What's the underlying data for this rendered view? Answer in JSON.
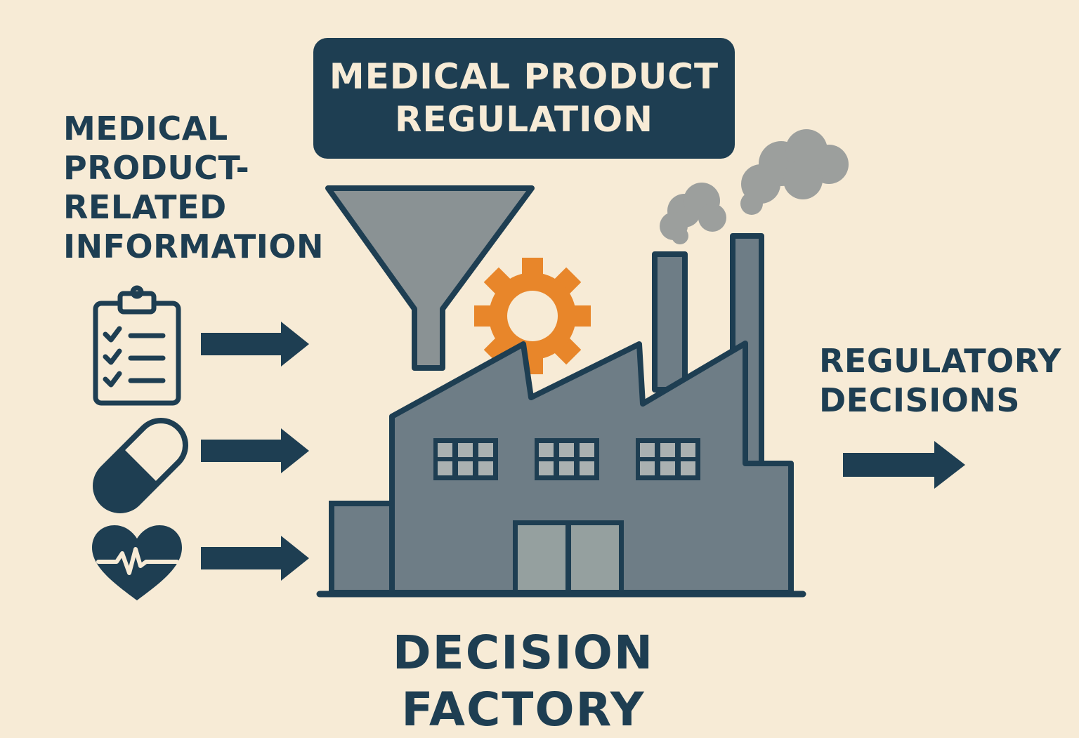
{
  "header": {
    "title": "MEDICAL PRODUCT\nREGULATION"
  },
  "inputs": {
    "label": "MEDICAL\nPRODUCT-\nRELATED\nINFORMATION",
    "items": [
      {
        "icon": "clipboard-checklist-icon"
      },
      {
        "icon": "pill-capsule-icon"
      },
      {
        "icon": "heart-pulse-icon"
      }
    ]
  },
  "factory": {
    "label": "DECISION FACTORY",
    "gear_color": "#e8862a"
  },
  "outputs": {
    "label": "REGULATORY\nDECISIONS"
  },
  "colors": {
    "background": "#f7ebd6",
    "navy": "#1e3e52",
    "factory_gray": "#6e7d86",
    "funnel_gray": "#8a9294",
    "smoke_gray": "#9c9f9d",
    "accent_orange": "#e8862a"
  }
}
